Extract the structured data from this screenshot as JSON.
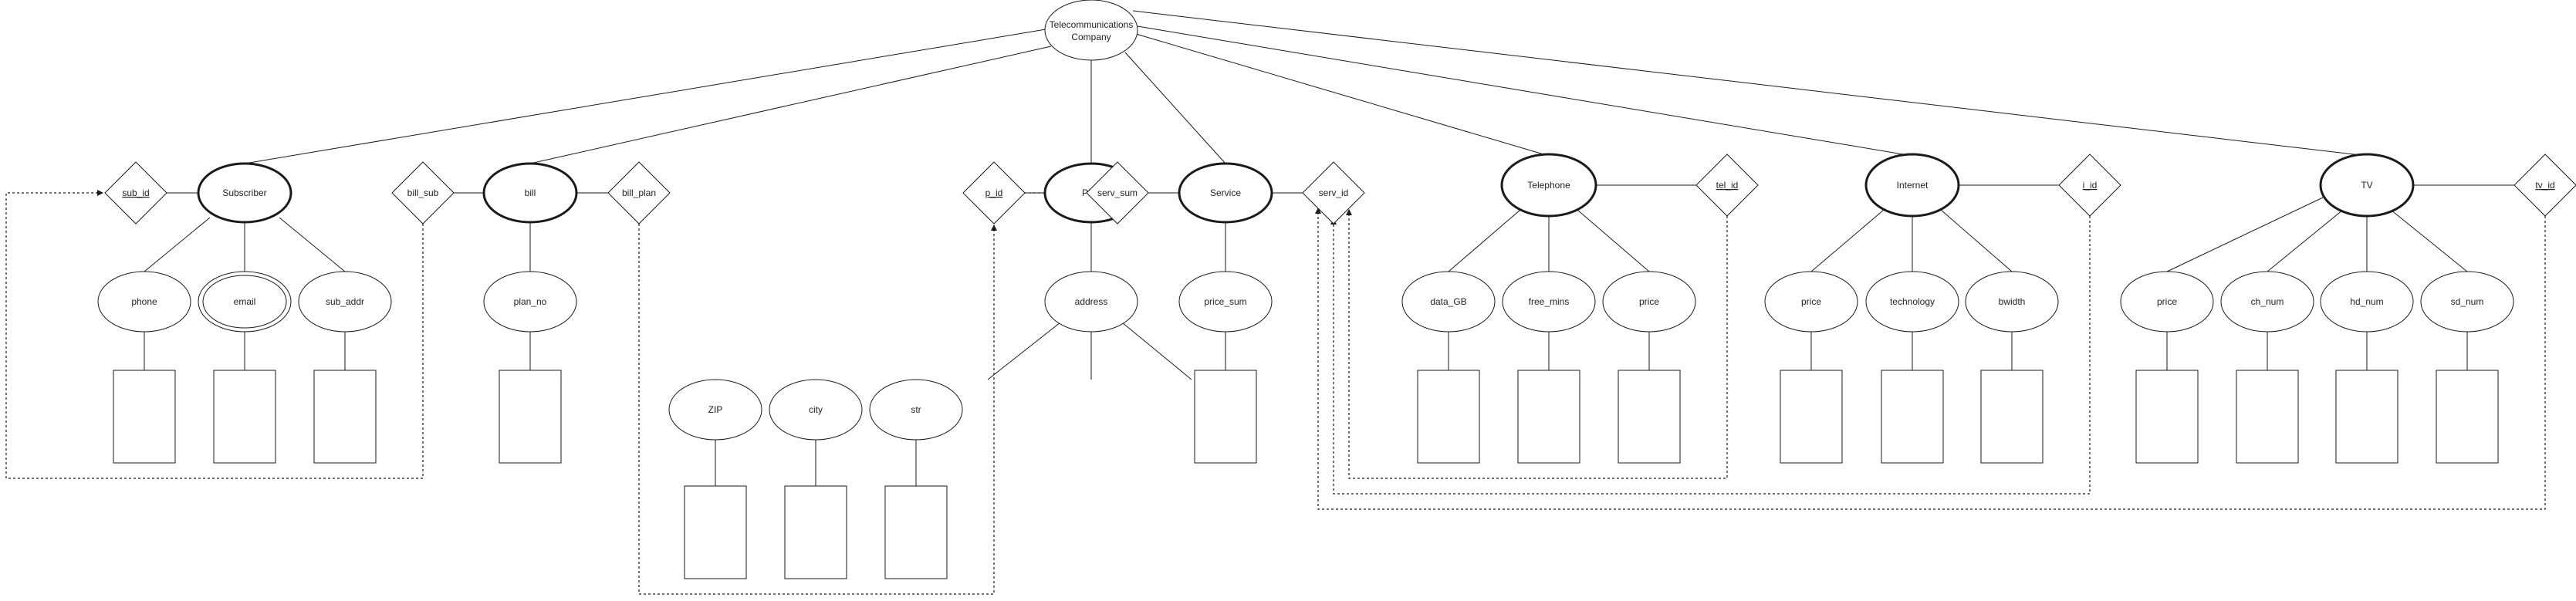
{
  "diagram": {
    "root": "Telecommunications Company",
    "subscriber": {
      "entity": "Subscriber",
      "key": "sub_id",
      "attributes": [
        "phone",
        "email",
        "sub_addr"
      ]
    },
    "bill": {
      "entity": "bill",
      "key_sub": "bill_sub",
      "key_plan": "bill_plan",
      "attributes": [
        "plan_no"
      ]
    },
    "plan": {
      "entity": "Plan",
      "key": "p_id",
      "attributes": [
        "address"
      ],
      "address_parts": [
        "ZIP",
        "city",
        "str"
      ]
    },
    "service": {
      "entity": "Service",
      "key_sum": "serv_sum",
      "key": "serv_id",
      "attributes": [
        "price_sum"
      ]
    },
    "telephone": {
      "entity": "Telephone",
      "key": "tel_id",
      "attributes": [
        "data_GB",
        "free_mins",
        "price"
      ]
    },
    "internet": {
      "entity": "Internet",
      "key": "i_id",
      "attributes": [
        "price",
        "technology",
        "bwidth"
      ]
    },
    "tv": {
      "entity": "TV",
      "key": "tv_id",
      "attributes": [
        "price",
        "ch_num",
        "hd_num",
        "sd_num"
      ]
    }
  }
}
